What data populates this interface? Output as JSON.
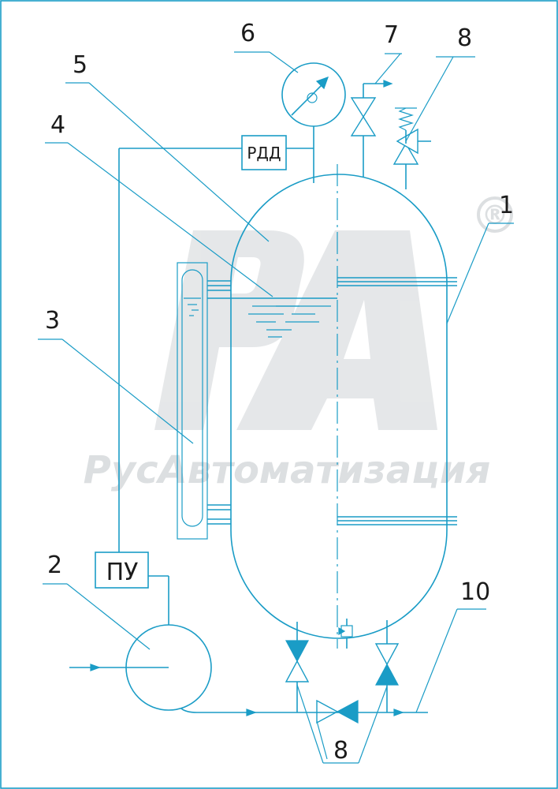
{
  "colors": {
    "line": "#1a9cc6",
    "text": "#1b1b1b",
    "watermark": "#d9dcde"
  },
  "labels": {
    "n1": "1",
    "n2": "2",
    "n3": "3",
    "n4": "4",
    "n5": "5",
    "n6": "6",
    "n7": "7",
    "n8_top": "8",
    "n8_bottom": "8",
    "n10": "10"
  },
  "boxes": {
    "rdd": "РДД",
    "pu": "ПУ"
  },
  "watermark": {
    "text": "РусАвтоматизация",
    "registered": "®"
  }
}
